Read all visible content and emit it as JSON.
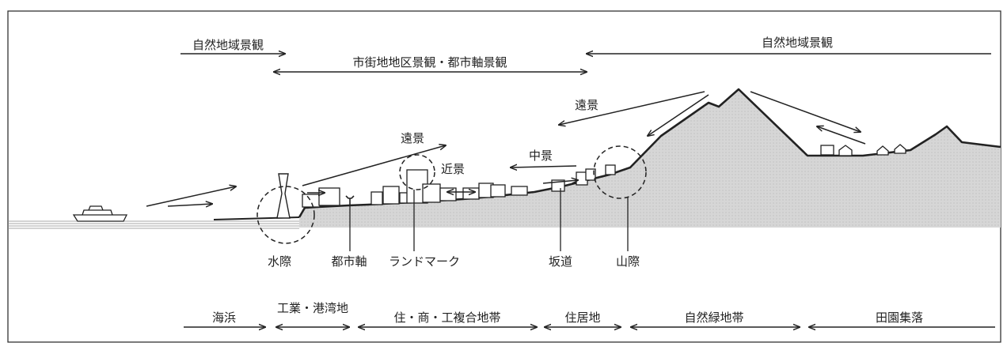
{
  "zones_top": {
    "natural_left": "自然地域景観",
    "urban": "市街地地区景観・都市軸景観",
    "natural_right": "自然地域景観"
  },
  "view_labels": {
    "far_view_upper": "遠景",
    "far_view_lower": "遠景",
    "mid_view": "中景",
    "near_view": "近景"
  },
  "features": {
    "waterfront": "水際",
    "urban_axis": "都市軸",
    "landmark": "ランドマーク",
    "slope_road": "坂道",
    "mountain_edge": "山際"
  },
  "zones_bottom": {
    "beach": "海浜",
    "industrial_port": "工業・港湾地",
    "mixed_use": "住・商・工複合地帯",
    "residential": "住居地",
    "green": "自然緑地帯",
    "rural": "田園集落"
  }
}
